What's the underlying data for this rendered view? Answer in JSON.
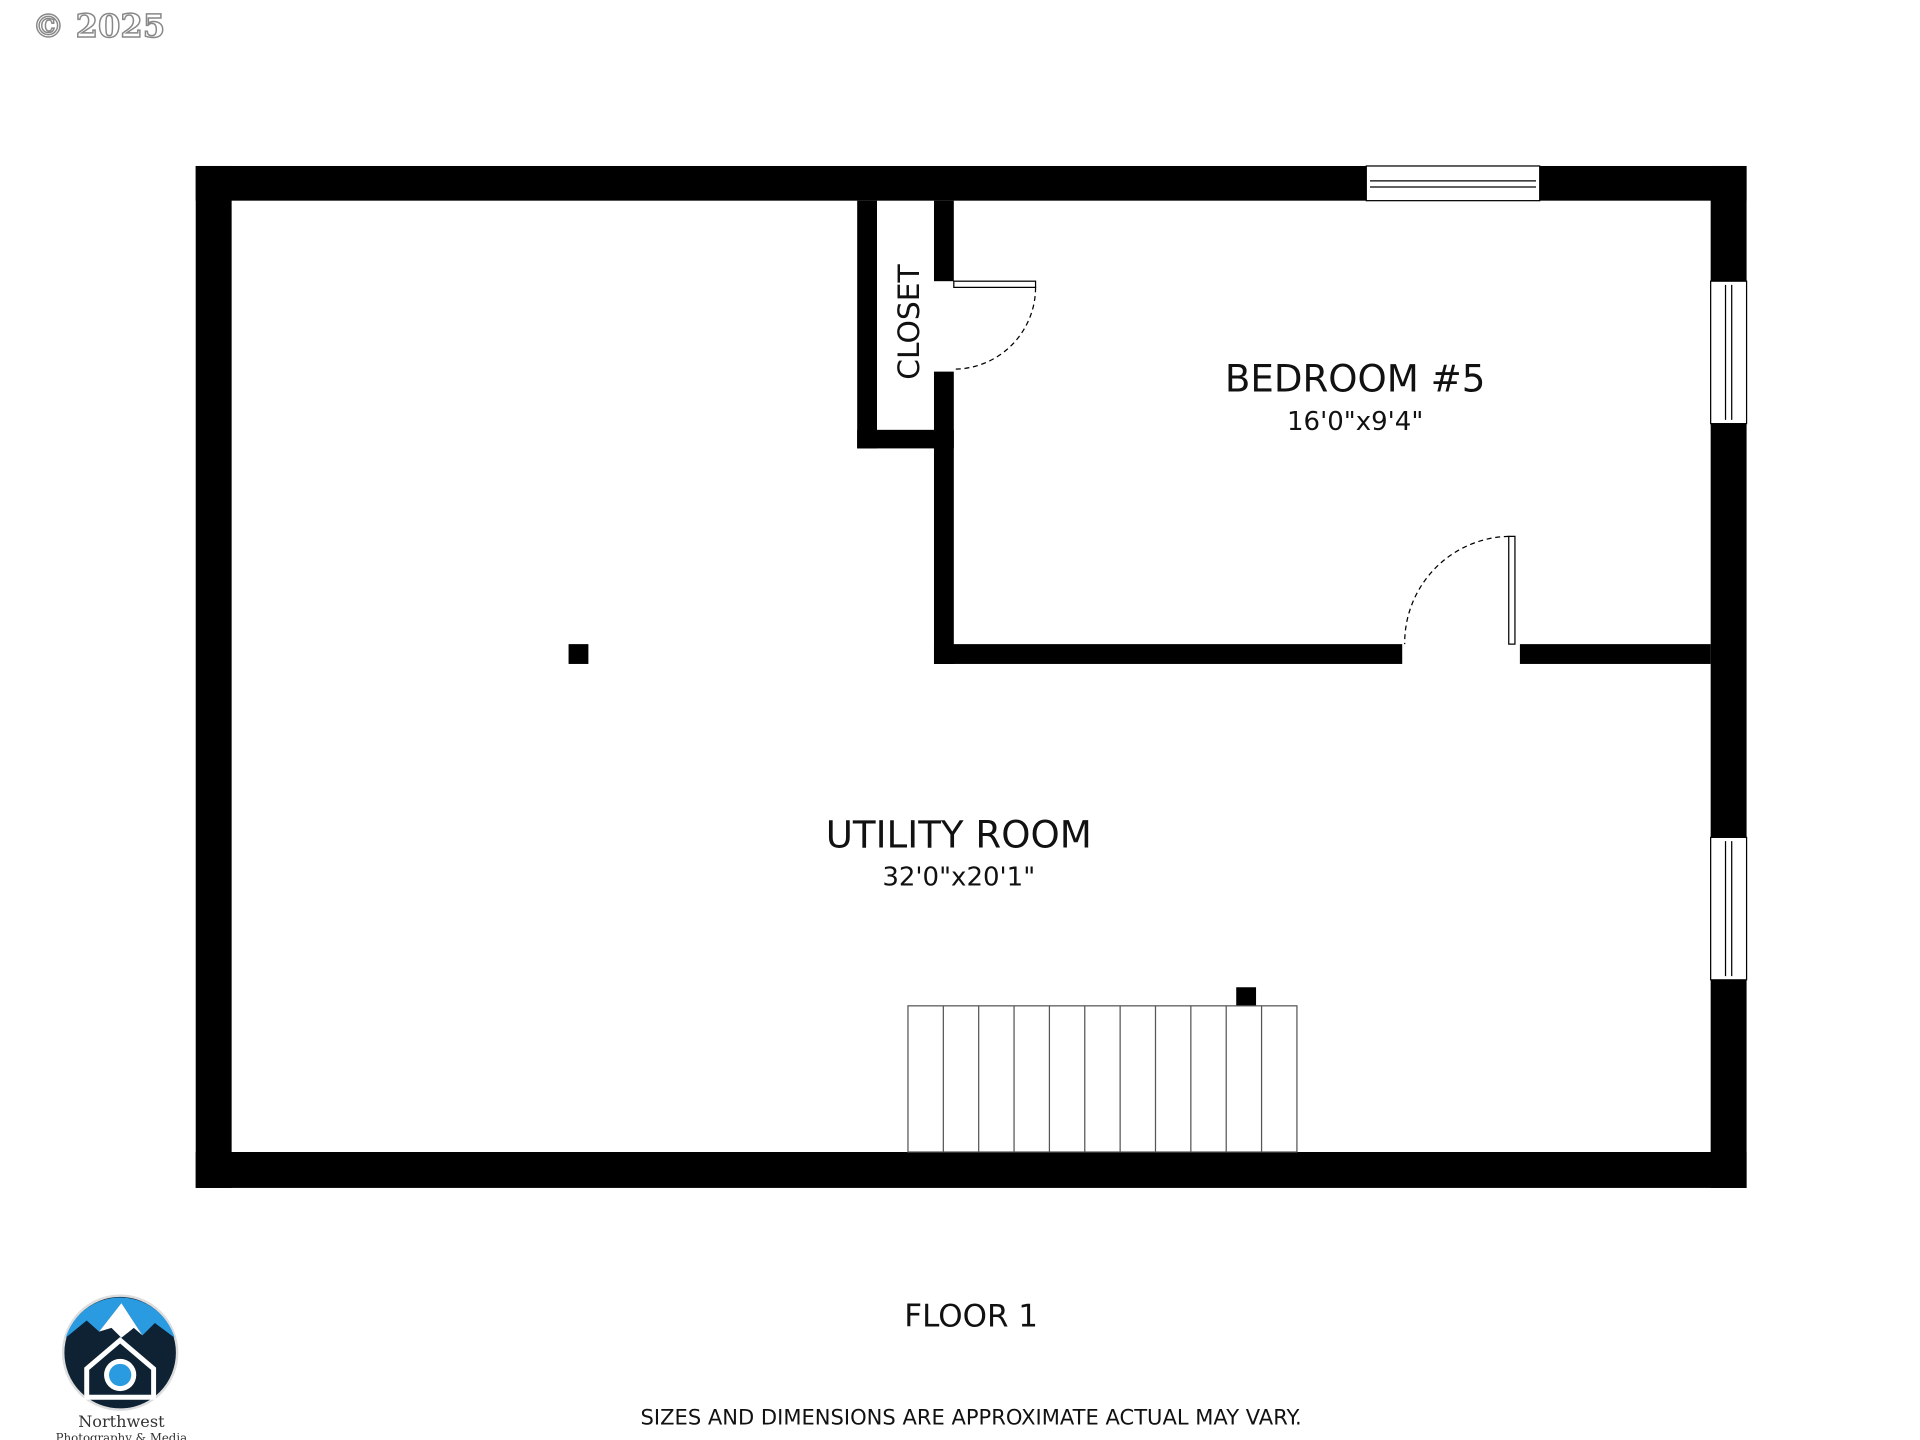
{
  "copyright": "© 2025",
  "rooms": {
    "bedroom": {
      "name": "BEDROOM #5",
      "size": "16'0\"x9'4\""
    },
    "utility": {
      "name": "UTILITY ROOM",
      "size": "32'0\"x20'1\""
    },
    "closet": {
      "name": "CLOSET"
    }
  },
  "floor_label": "FLOOR 1",
  "disclaimer": "SIZES AND DIMENSIONS ARE APPROXIMATE ACTUAL MAY VARY.",
  "logo": {
    "line1": "Northwest",
    "line2": "Photography & Media"
  },
  "colors": {
    "wall": "#000000",
    "logo_sky": "#2a9be0",
    "logo_dark": "#0e2233"
  }
}
